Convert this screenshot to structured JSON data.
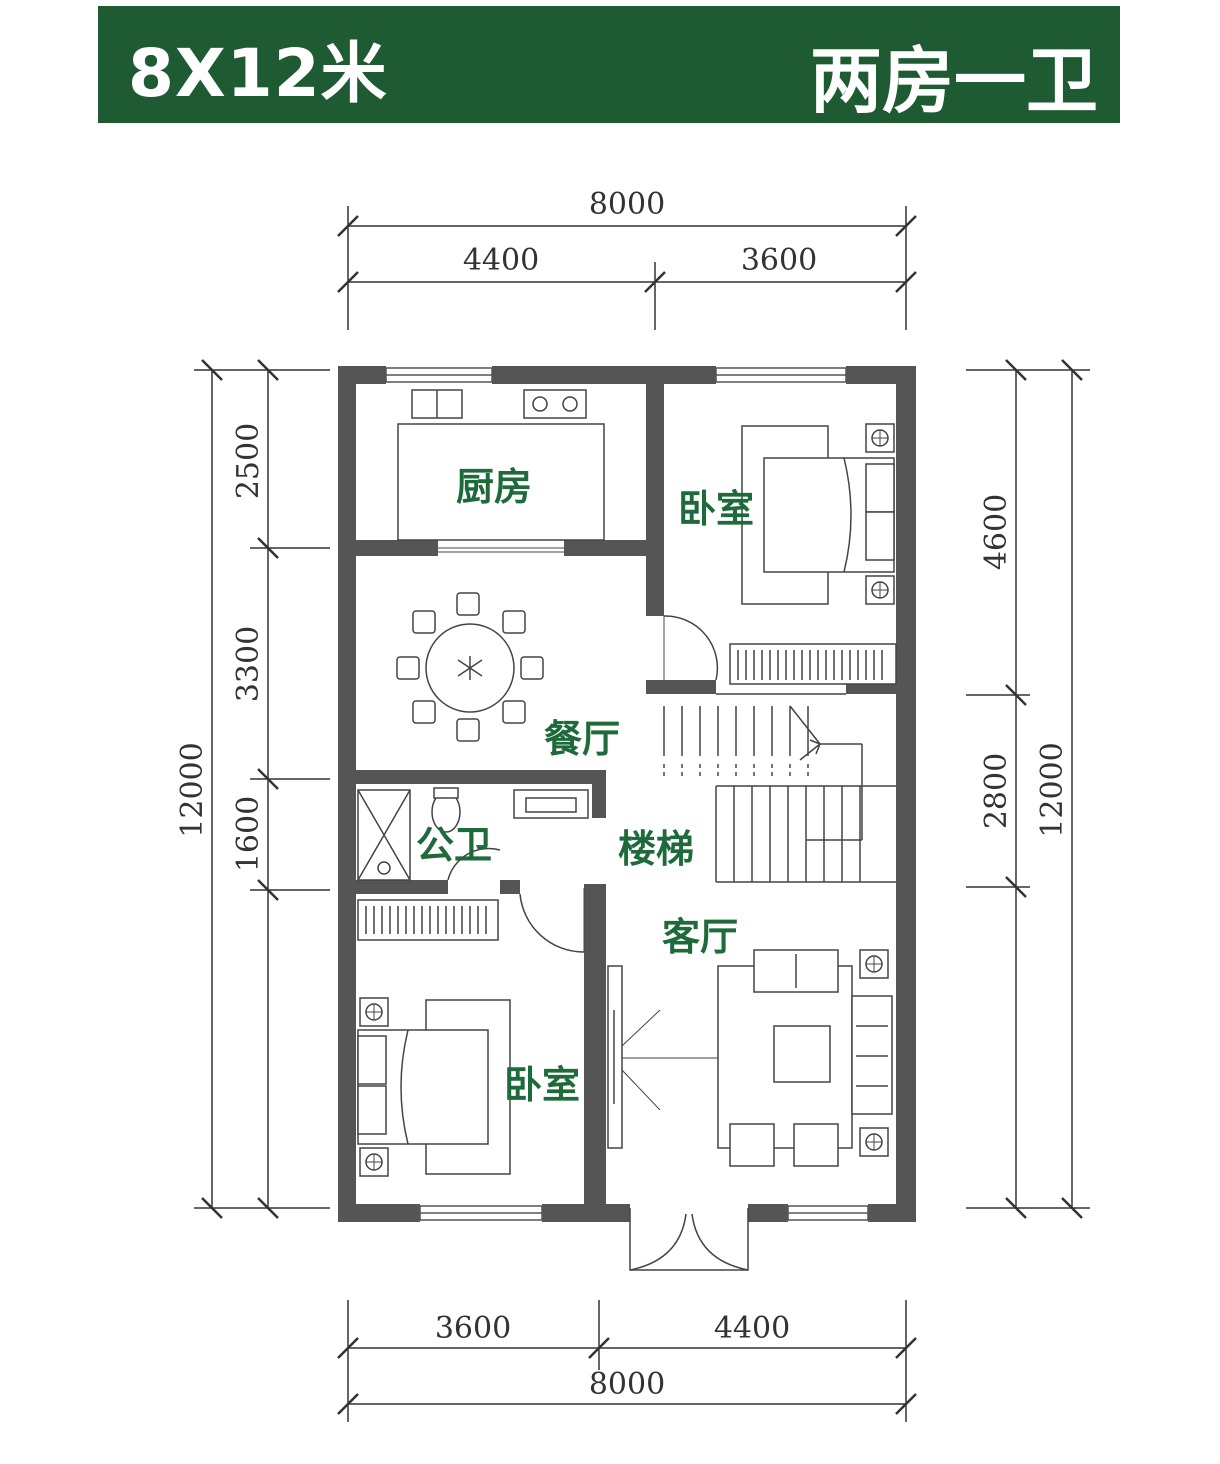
{
  "header": {
    "size_label": "8X12米",
    "layout_label": "两房一卫"
  },
  "dimensions": {
    "top_total": "8000",
    "top_left": "4400",
    "top_right": "3600",
    "bottom_left": "3600",
    "bottom_right": "4400",
    "bottom_total": "8000",
    "left_kitchen": "2500",
    "left_dining": "3300",
    "left_bath": "1600",
    "left_total": "12000",
    "right_bedroom": "4600",
    "right_stairs": "2800",
    "right_total": "12000"
  },
  "rooms": {
    "kitchen": "厨房",
    "bedroom_upper": "卧室",
    "dining": "餐厅",
    "bathroom": "公卫",
    "stairs": "楼梯",
    "living": "客厅",
    "bedroom_lower": "卧室"
  },
  "colors": {
    "banner": "#1e5a32",
    "room_label": "#1e6a3a",
    "wall": "#555555"
  }
}
